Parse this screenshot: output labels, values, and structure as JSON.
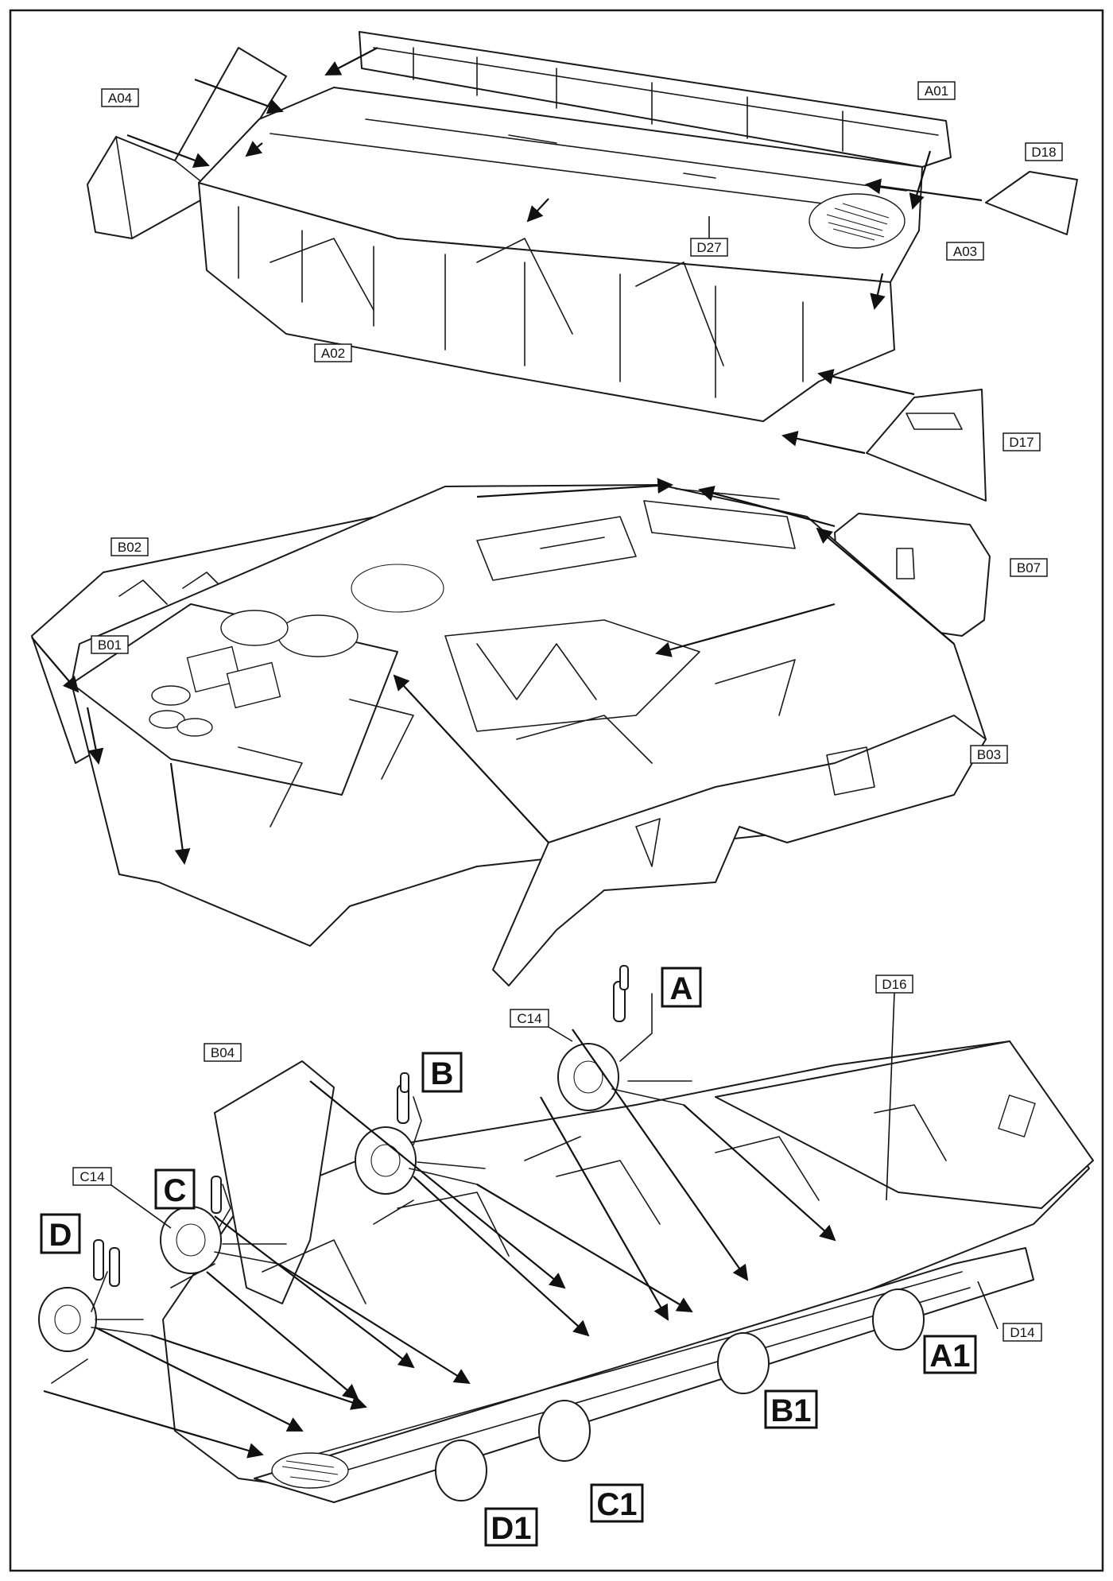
{
  "part_labels": {
    "a01": "A01",
    "a02": "A02",
    "a03": "A03",
    "a04": "A04",
    "d18": "D18",
    "d27": "D27",
    "d17": "D17",
    "b01": "B01",
    "b02": "B02",
    "b03": "B03",
    "b04": "B04",
    "b07": "B07",
    "c14_top": "C14",
    "c14_left": "C14",
    "d16": "D16",
    "d14": "D14"
  },
  "assembly_labels": {
    "a": "A",
    "b": "B",
    "c": "C",
    "d": "D",
    "a1": "A1",
    "b1": "B1",
    "c1": "C1",
    "d1": "D1"
  }
}
